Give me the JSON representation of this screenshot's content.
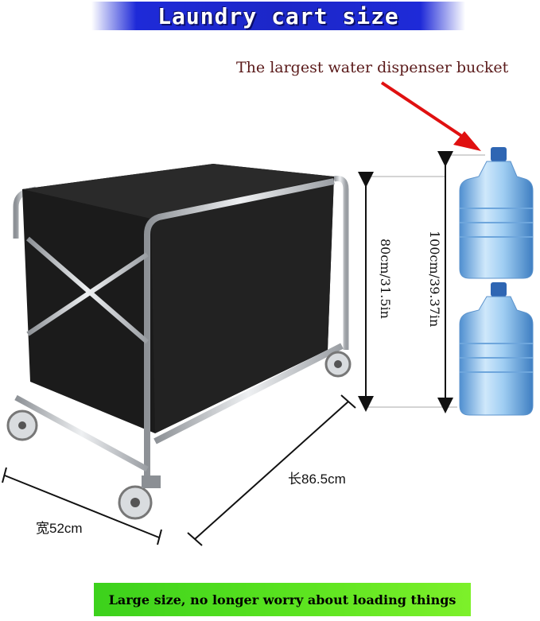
{
  "title": "Laundry cart size",
  "caption": "The largest water dispenser bucket",
  "dimensions": {
    "height_cart": "80cm/31.5in",
    "height_total": "100cm/39.37in",
    "length": "长86.5cm",
    "width": "宽52cm"
  },
  "footer": "Large size, no longer worry about loading things",
  "colors": {
    "title_banner": "#1c27c8",
    "footer_banner": "#58e21f",
    "arrow": "#e01010",
    "cart_bag": "#1b1b1b",
    "frame": "#bfc3c7",
    "bottle": "#8cc4ee"
  }
}
